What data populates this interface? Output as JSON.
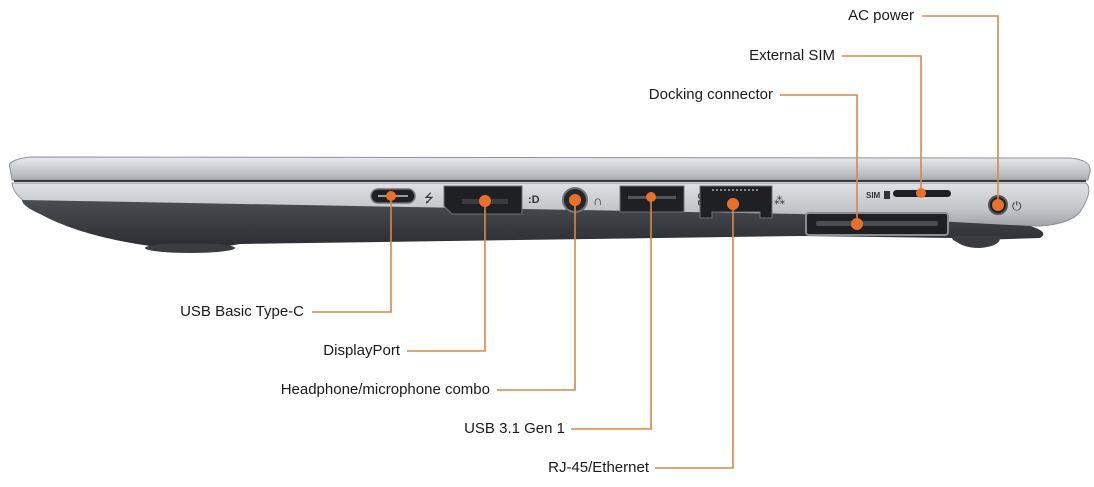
{
  "diagram": {
    "subject": "Laptop right-side port layout",
    "accent_color": "#e8702a",
    "line_color": "#d9874a",
    "chassis_color": "#c8cbcf",
    "labels_top": [
      {
        "id": "ac-power",
        "text": "AC power"
      },
      {
        "id": "external-sim",
        "text": "External SIM"
      },
      {
        "id": "docking-connector",
        "text": "Docking connector"
      }
    ],
    "labels_bottom": [
      {
        "id": "usb-type-c",
        "text": "USB Basic Type-C"
      },
      {
        "id": "displayport",
        "text": "DisplayPort"
      },
      {
        "id": "headphone-mic",
        "text": "Headphone/microphone combo"
      },
      {
        "id": "usb-3-1",
        "text": "USB 3.1 Gen 1"
      },
      {
        "id": "rj45",
        "text": "RJ-45/Ethernet"
      }
    ],
    "port_glyphs": {
      "sim_marking": "SIM",
      "usb3_marking": "SS"
    }
  }
}
